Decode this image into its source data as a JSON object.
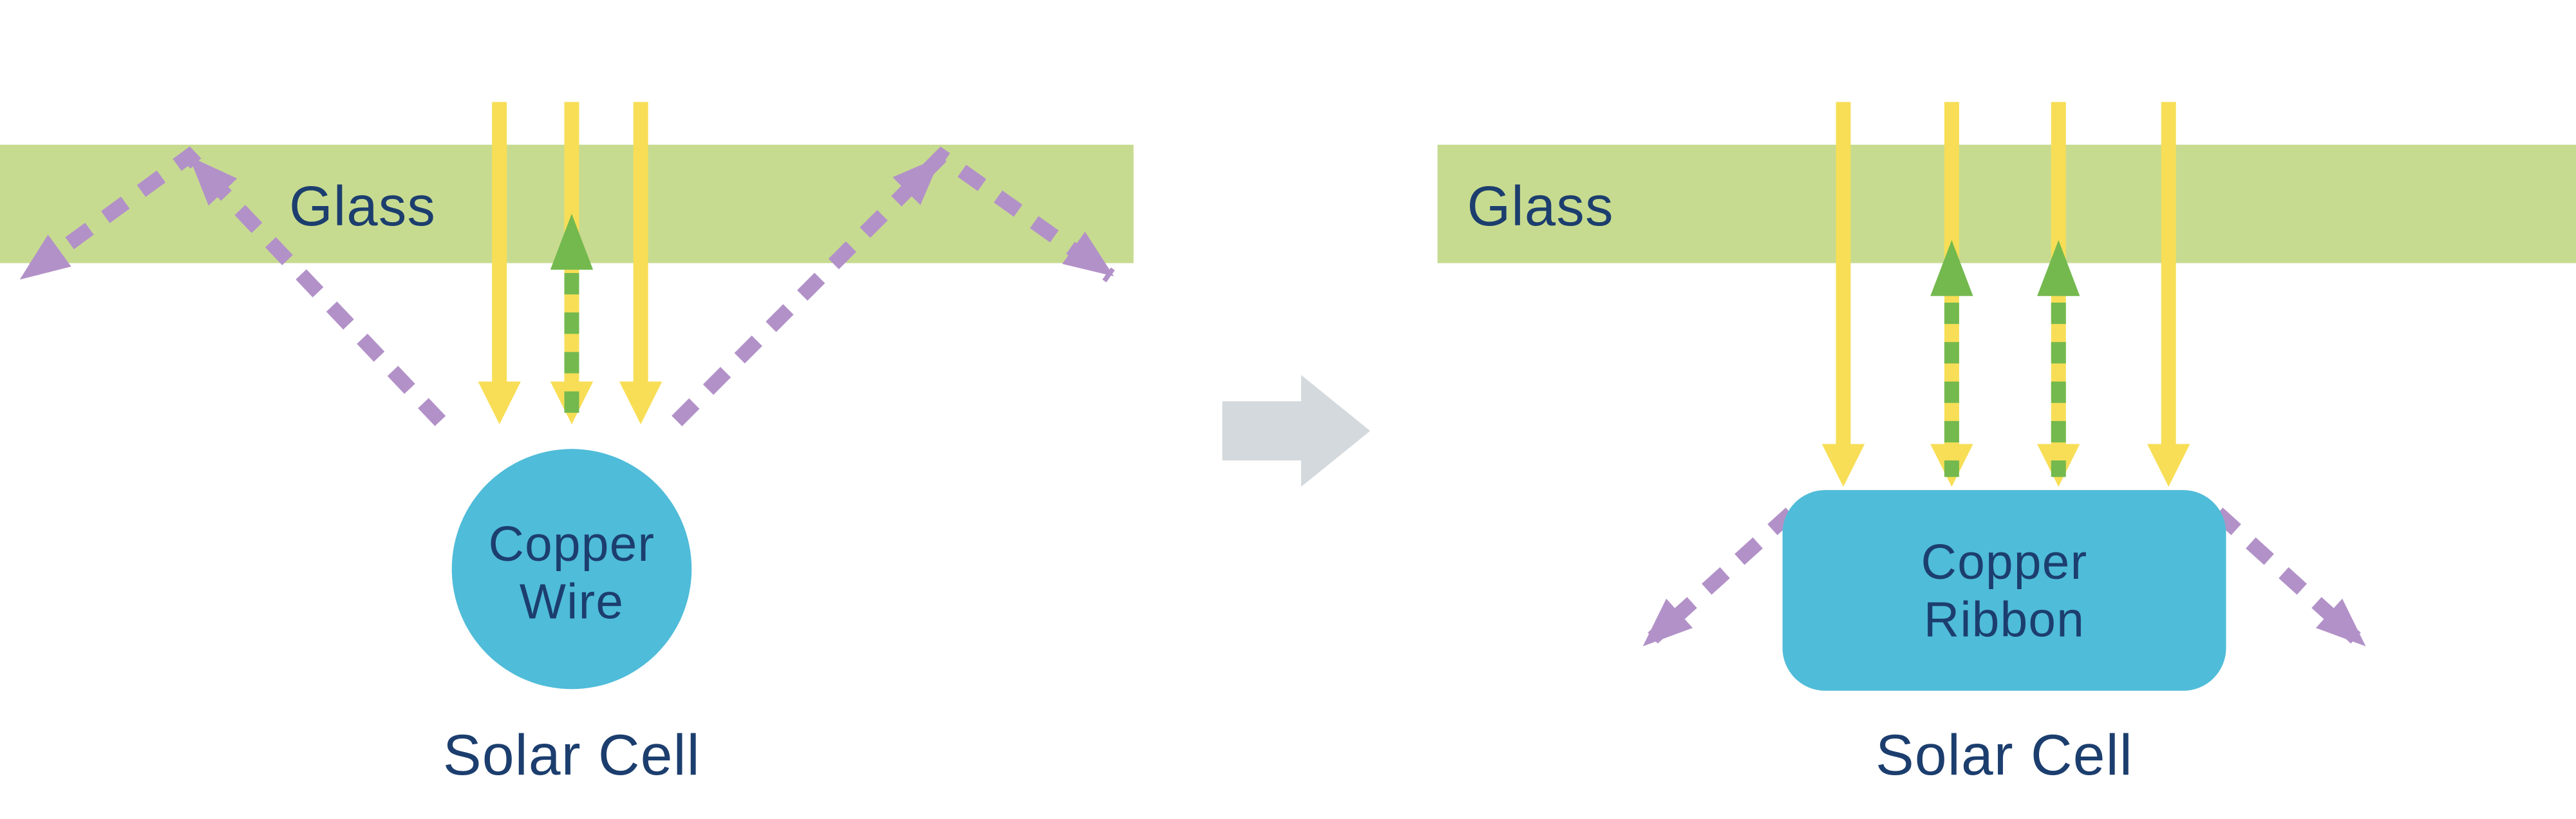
{
  "colors": {
    "background": "#ffffff",
    "glass": "#c7db90",
    "sunlight_yellow": "#f7de56",
    "reflected_green": "#74b94e",
    "scattered_purple": "#b291c8",
    "copper_blue": "#4fbcd9",
    "label_text": "#1c3e6e",
    "transform_gray": "#d3d9dc"
  },
  "left_panel": {
    "glass_label": "Glass",
    "component_label": {
      "line1": "Copper",
      "line2": "Wire"
    },
    "cell_label": "Solar Cell"
  },
  "right_panel": {
    "glass_label": "Glass",
    "component_label": {
      "line1": "Copper",
      "line2": "Ribbon"
    },
    "cell_label": "Solar Cell"
  }
}
